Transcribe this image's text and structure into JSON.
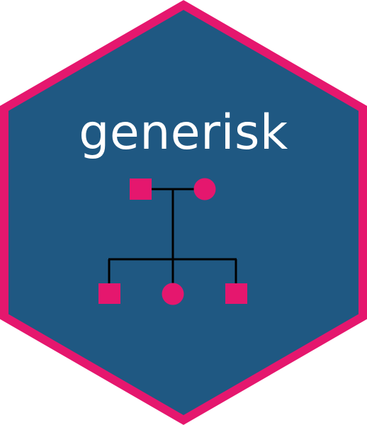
{
  "logo": {
    "title": "generisk",
    "fill_color": "#1f5882",
    "border_color": "#e5176e",
    "line_color": "#000000",
    "symbol_color": "#e5176e",
    "text_color": "#ffffff"
  },
  "pedigree": {
    "parents": [
      {
        "sex": "male",
        "shape": "square"
      },
      {
        "sex": "female",
        "shape": "circle"
      }
    ],
    "children": [
      {
        "sex": "male",
        "shape": "square"
      },
      {
        "sex": "female",
        "shape": "circle"
      },
      {
        "sex": "male",
        "shape": "square"
      }
    ]
  }
}
